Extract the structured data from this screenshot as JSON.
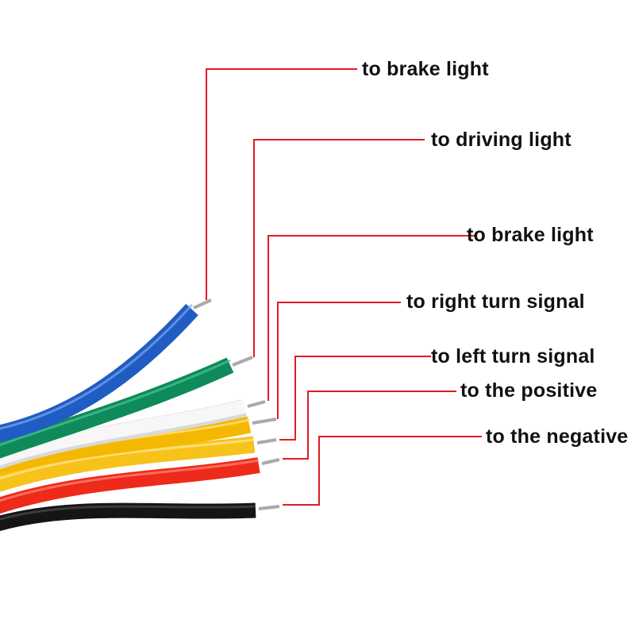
{
  "diagram": {
    "leader_line_color": "#e31b23",
    "labels": [
      {
        "text": "to brake light",
        "wire": "blue",
        "wire_color": "#1f5cc4"
      },
      {
        "text": "to driving light",
        "wire": "green",
        "wire_color": "#0f8a5a"
      },
      {
        "text": "to brake light",
        "wire": "white",
        "wire_color": "#f4f4f4"
      },
      {
        "text": "to right turn signal",
        "wire": "yellow",
        "wire_color": "#f5b800"
      },
      {
        "text": "to left turn signal",
        "wire": "yellow",
        "wire_color": "#f7c21a"
      },
      {
        "text": "to the positive",
        "wire": "red",
        "wire_color": "#ee2a1a"
      },
      {
        "text": "to the negative",
        "wire": "black",
        "wire_color": "#151515"
      }
    ]
  }
}
